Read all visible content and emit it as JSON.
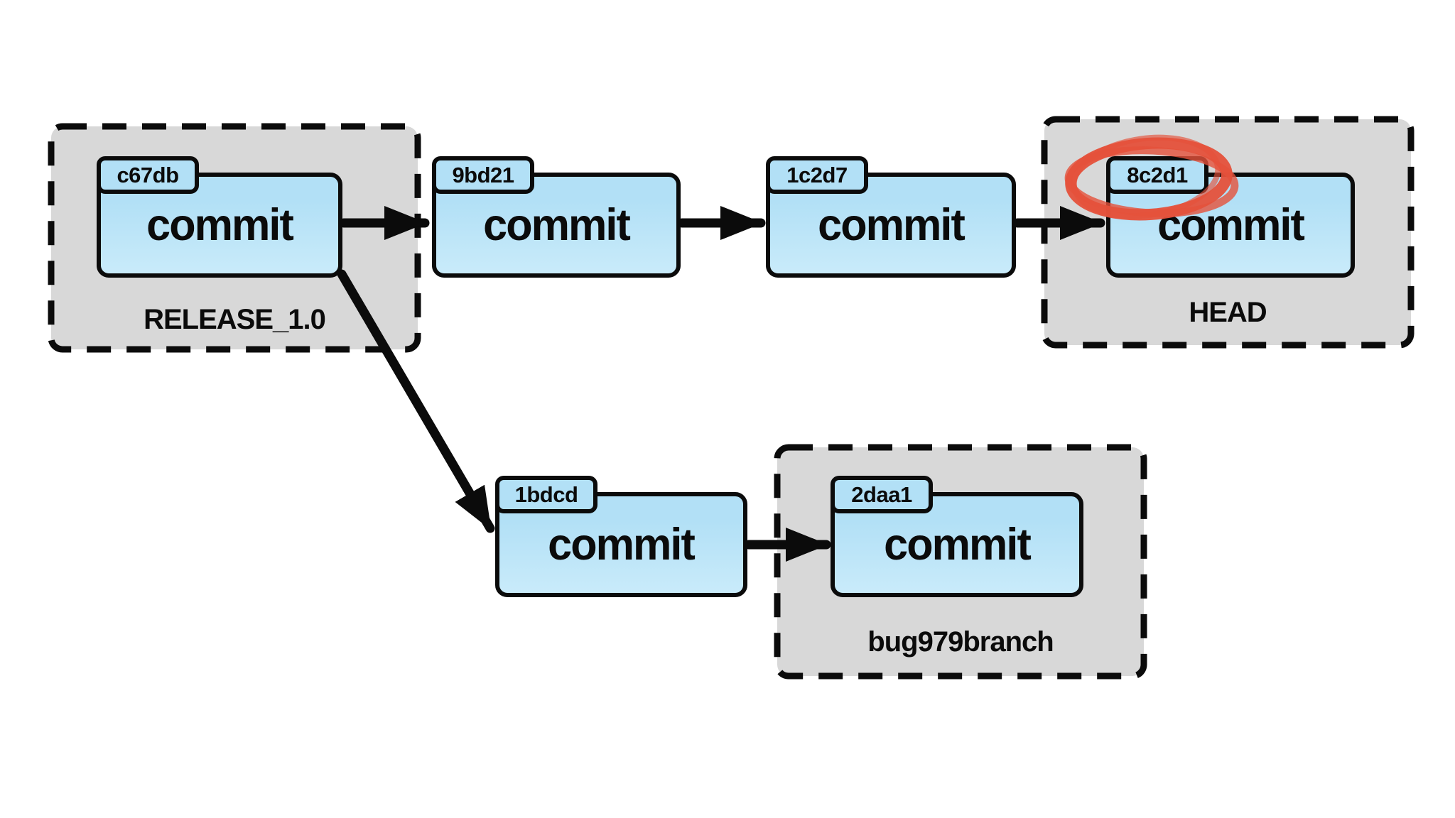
{
  "diagram_type": "git-commit-graph",
  "colors": {
    "node_fill": "#b2e0f6",
    "node_fill_light": "#c9ebfa",
    "group_fill": "#d8d8d8",
    "line": "#0b0b0b",
    "highlight": "#e5513b",
    "background": "#ffffff"
  },
  "groups": [
    {
      "id": "release",
      "label": "RELEASE_1.0"
    },
    {
      "id": "head",
      "label": "HEAD"
    },
    {
      "id": "bug979",
      "label": "bug979branch"
    }
  ],
  "commits": [
    {
      "hash": "c67db",
      "label": "commit",
      "group": "RELEASE_1.0"
    },
    {
      "hash": "9bd21",
      "label": "commit",
      "group": null
    },
    {
      "hash": "1c2d7",
      "label": "commit",
      "group": null
    },
    {
      "hash": "8c2d1",
      "label": "commit",
      "group": "HEAD",
      "annotated": true
    },
    {
      "hash": "1bdcd",
      "label": "commit",
      "group": null
    },
    {
      "hash": "2daa1",
      "label": "commit",
      "group": "bug979branch"
    }
  ],
  "edges": [
    {
      "from": "c67db",
      "to": "9bd21"
    },
    {
      "from": "9bd21",
      "to": "1c2d7"
    },
    {
      "from": "1c2d7",
      "to": "8c2d1"
    },
    {
      "from": "c67db",
      "to": "1bdcd"
    },
    {
      "from": "1bdcd",
      "to": "2daa1"
    }
  ],
  "annotations": [
    {
      "type": "hand-drawn-ellipse",
      "target": "8c2d1",
      "color": "#e5513b"
    }
  ]
}
